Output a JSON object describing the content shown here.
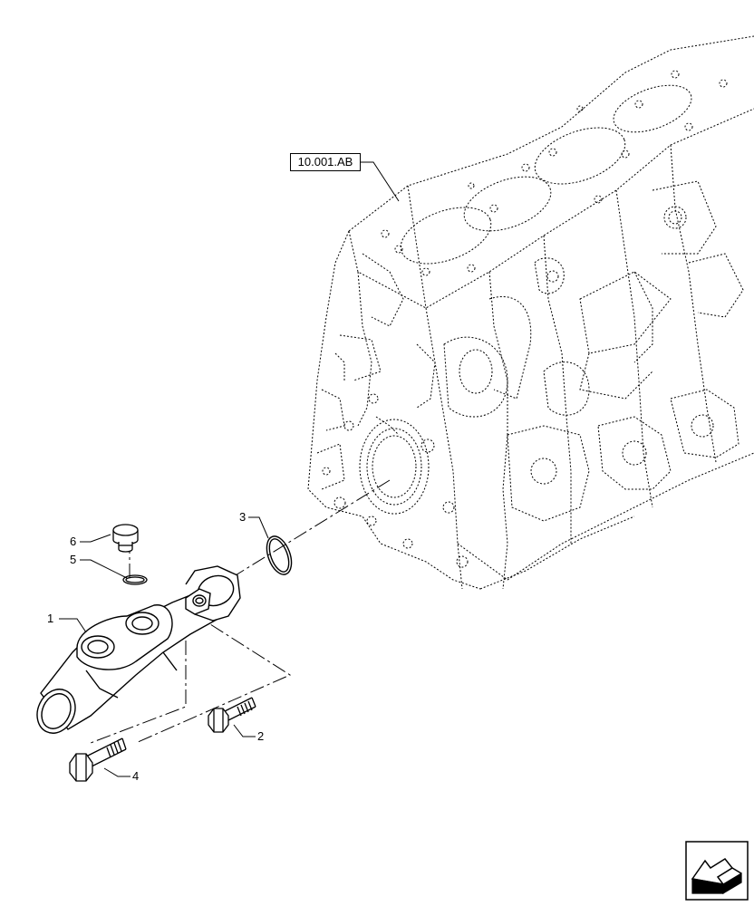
{
  "diagram": {
    "reference_label": "10.001.AB",
    "callouts": [
      {
        "id": "1",
        "text": "1"
      },
      {
        "id": "2",
        "text": "2"
      },
      {
        "id": "3",
        "text": "3"
      },
      {
        "id": "4",
        "text": "4"
      },
      {
        "id": "5",
        "text": "5"
      },
      {
        "id": "6",
        "text": "6"
      }
    ],
    "nav_icon": "next-page-arrow-icon"
  }
}
